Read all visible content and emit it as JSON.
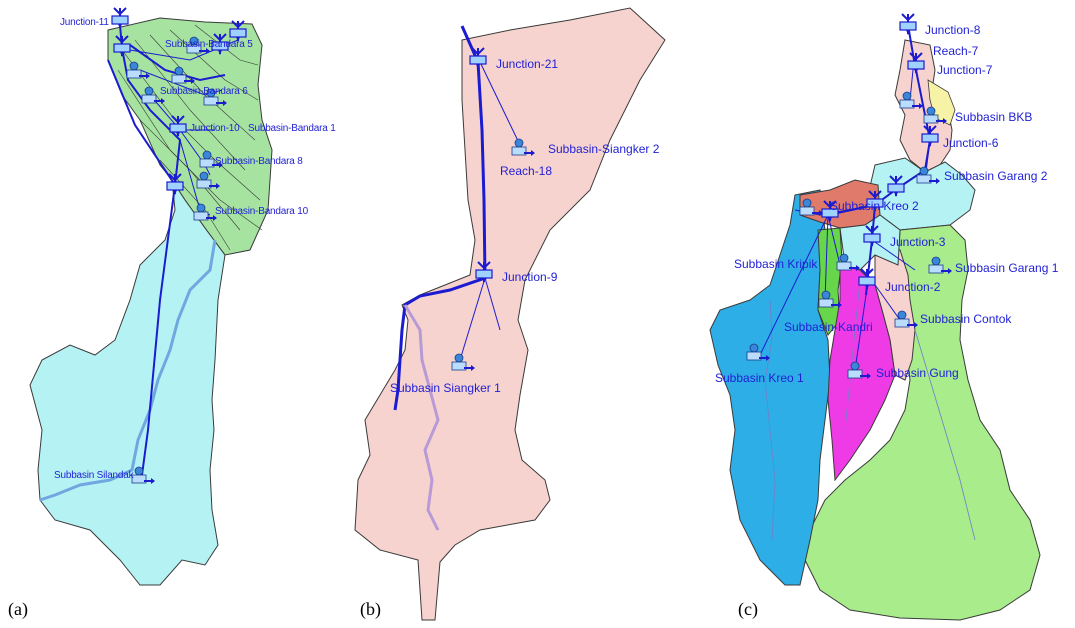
{
  "colors": {
    "label_text": "#1f1fd6",
    "river": "#1b1bcf",
    "stream": "#7a8bd8",
    "green_subbasin": "#a6e3a0",
    "cyan_subbasin": "#b5f2f4",
    "pink_subbasin": "#f7d3cf",
    "blue_subbasin": "#2eaee6",
    "magenta_subbasin": "#ee3be5",
    "light_green_subbasin": "#a8ec8c",
    "red_subbasin": "#e07a6a",
    "yellow_subbasin": "#f7f3a6"
  },
  "panels": [
    {
      "caption": "(a)",
      "labels": {
        "junction_11": "Junction-11",
        "bandara_5": "Subbasin-Bandara 5",
        "bandara_6": "Subbasin-Bandara 6",
        "junction_10": "Junction-10",
        "bandara_1": "Subbasin-Bandara 1",
        "bandara_8": "Subbasin-Bandara 8",
        "bandara_10": "Subbasin-Bandara 10",
        "silandak": "Subbasin Silandak"
      }
    },
    {
      "caption": "(b)",
      "labels": {
        "junction_21": "Junction-21",
        "siangker_2": "Subbasin-Siangker 2",
        "reach_18": "Reach-18",
        "junction_9": "Junction-9",
        "siangker_1": "Subbasin Siangker 1"
      }
    },
    {
      "caption": "(c)",
      "labels": {
        "junction_8": "Junction-8",
        "reach_7": "Reach-7",
        "junction_7": "Junction-7",
        "bkb": "Subbasin BKB",
        "junction_6": "Junction-6",
        "garang_2": "Subbasin Garang 2",
        "kreo_2": "Subbasin Kreo 2",
        "junction_3": "Junction-3",
        "kripik": "Subbasin Kripik",
        "garang_1": "Subbasin Garang 1",
        "junction_2": "Junction-2",
        "contok": "Subbasin Contok",
        "kandri": "Subbasin-Kandri",
        "kreo_1": "Subbasin Kreo 1",
        "gung": "Subbasin Gung"
      }
    }
  ]
}
